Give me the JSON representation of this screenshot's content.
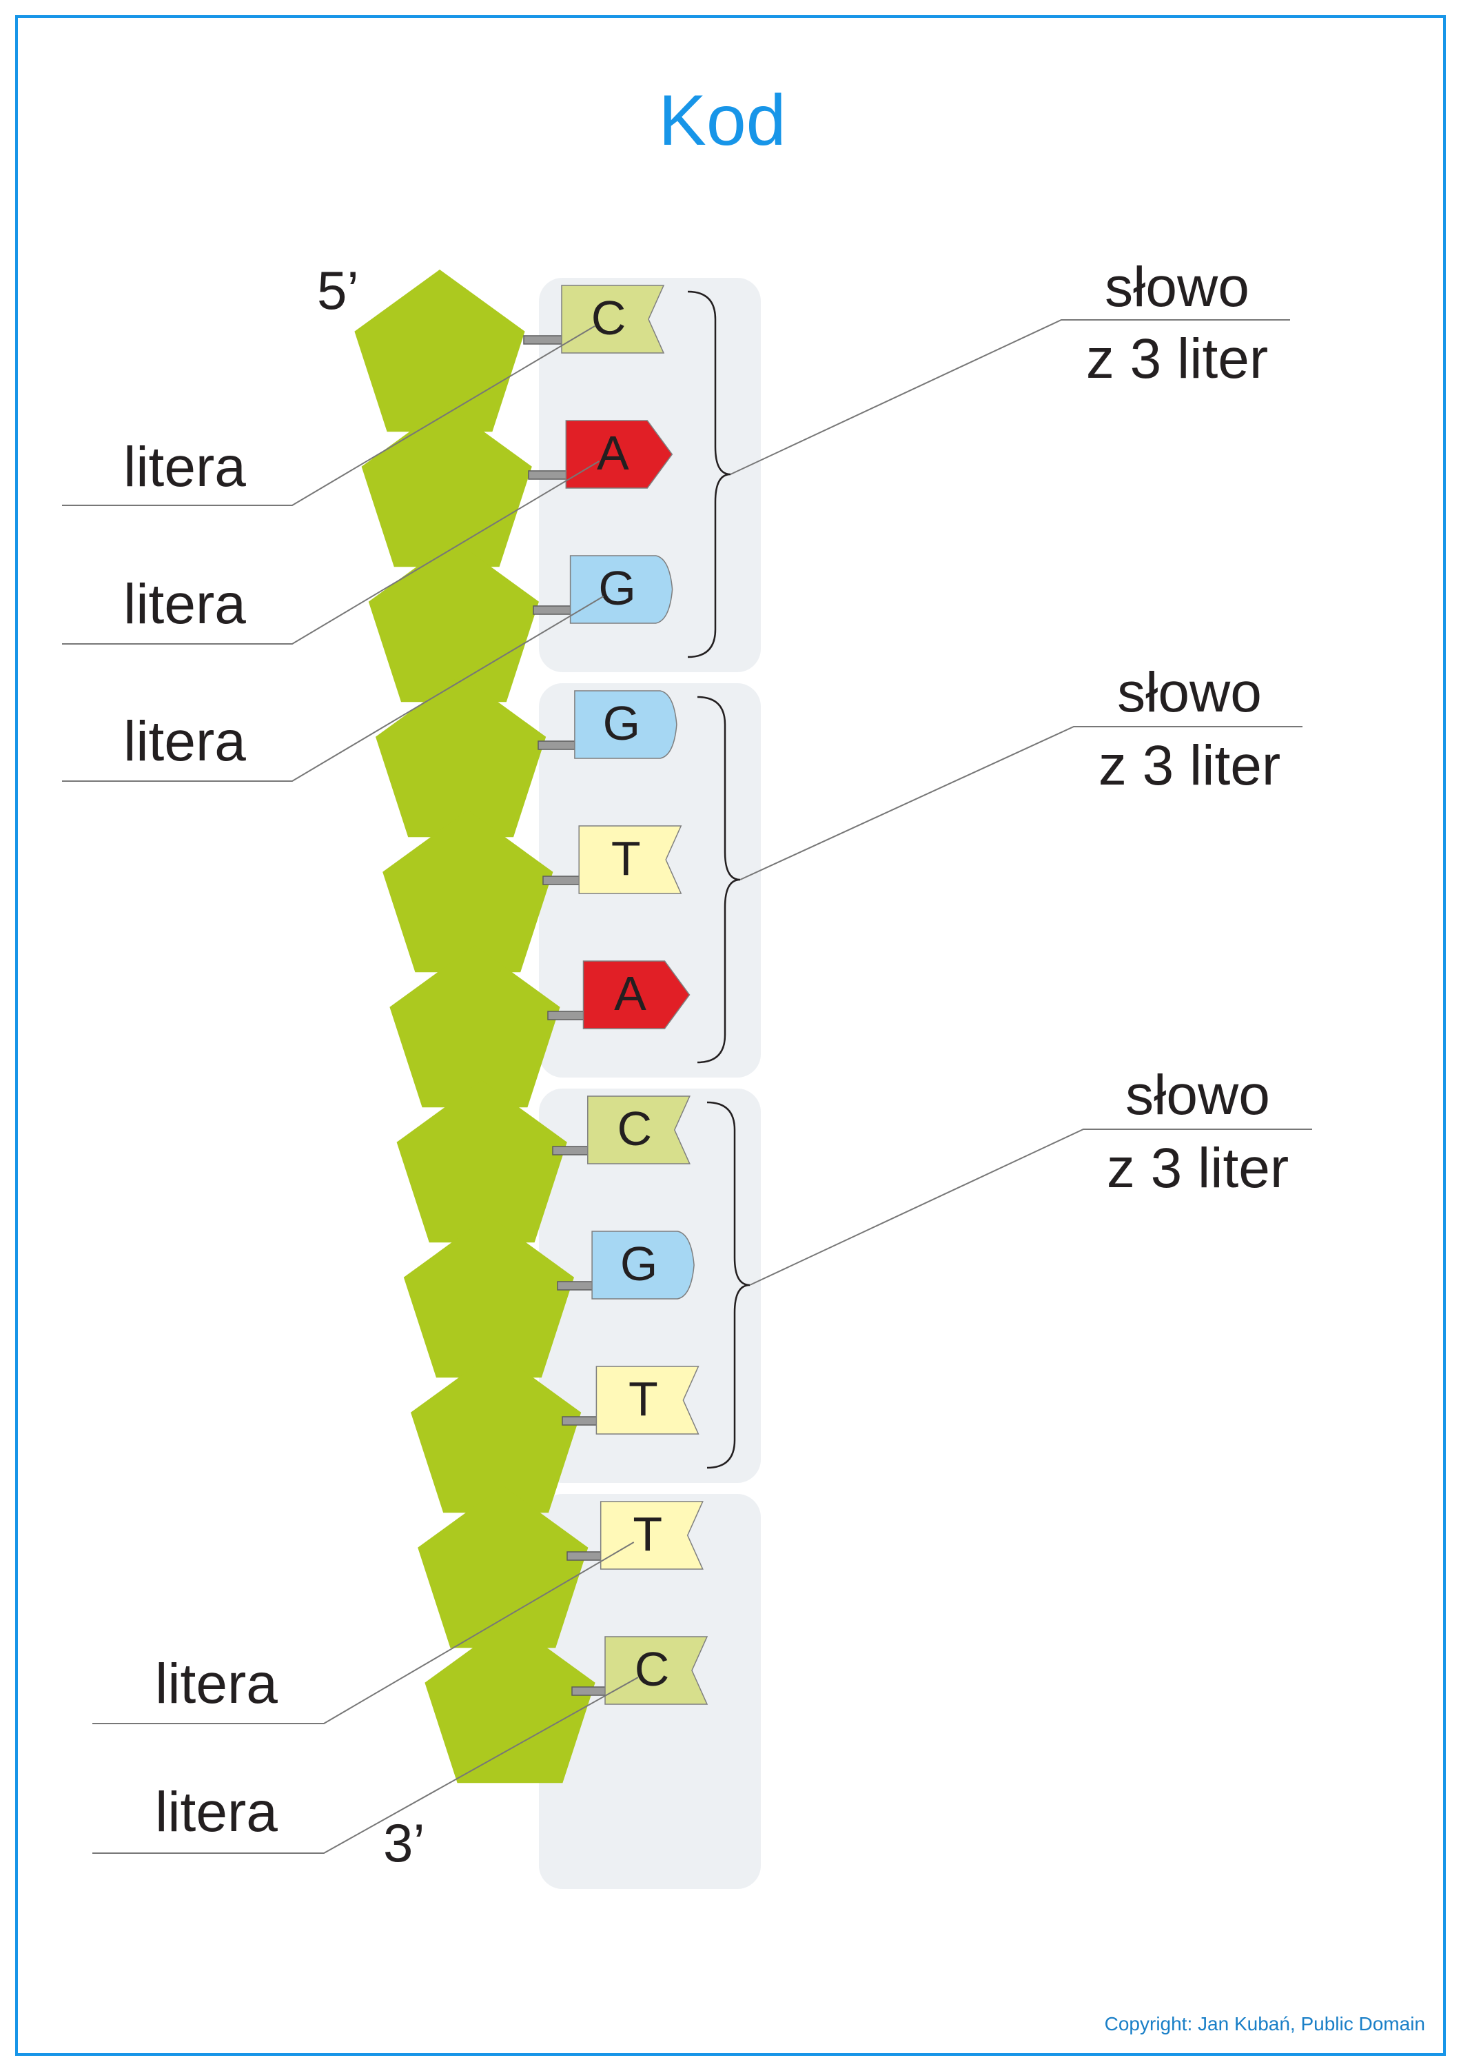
{
  "title": "Kod",
  "end_5": "5’",
  "end_3": "3’",
  "copyright": "Copyright: Jan Kubań, Public Domain",
  "colors": {
    "frame": "#1795e8",
    "title": "#1795e8",
    "sugar": "#acc91f",
    "panel": "#edf0f3",
    "C": "#d7df8c",
    "A": "#e11f26",
    "G": "#a6d7f3",
    "T": "#fff9b8",
    "leader": "#777777",
    "copyright": "#1a7fc7"
  },
  "strand": [
    {
      "letter": "C",
      "shape": "notch"
    },
    {
      "letter": "A",
      "shape": "arrow"
    },
    {
      "letter": "G",
      "shape": "round"
    },
    {
      "letter": "G",
      "shape": "round"
    },
    {
      "letter": "T",
      "shape": "notch"
    },
    {
      "letter": "A",
      "shape": "arrow"
    },
    {
      "letter": "C",
      "shape": "notch"
    },
    {
      "letter": "G",
      "shape": "round"
    },
    {
      "letter": "T",
      "shape": "notch"
    },
    {
      "letter": "T",
      "shape": "notch"
    },
    {
      "letter": "C",
      "shape": "notch"
    }
  ],
  "letter_labels": [
    {
      "text": "litera",
      "base": 0
    },
    {
      "text": "litera",
      "base": 1
    },
    {
      "text": "litera",
      "base": 2
    },
    {
      "text": "litera",
      "base": 9
    },
    {
      "text": "litera",
      "base": 10
    }
  ],
  "word_labels": [
    {
      "line1": "słowo",
      "line2": "z 3 liter",
      "group": 0
    },
    {
      "line1": "słowo",
      "line2": "z 3 liter",
      "group": 1
    },
    {
      "line1": "słowo",
      "line2": "z 3 liter",
      "group": 2
    }
  ]
}
